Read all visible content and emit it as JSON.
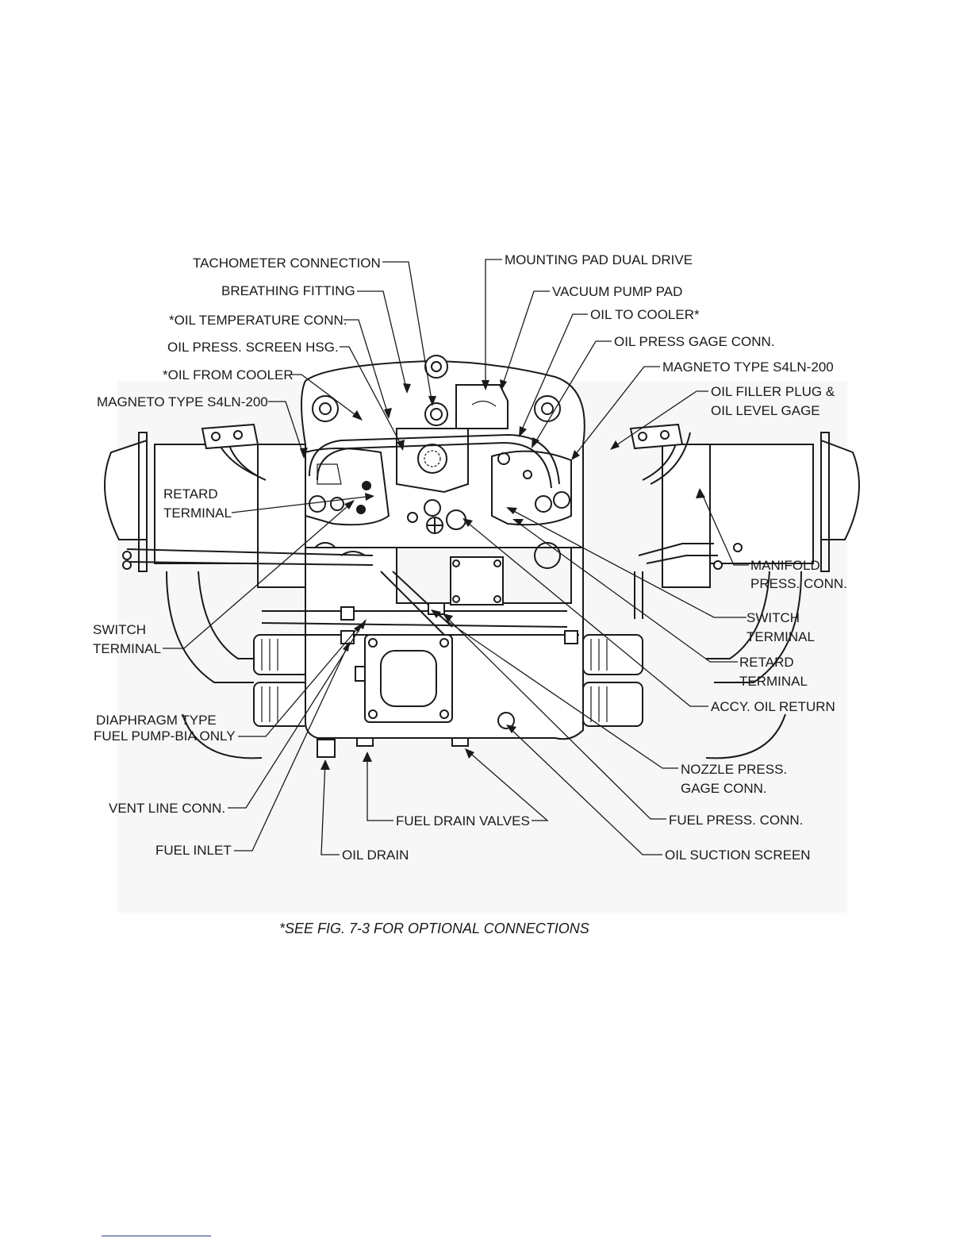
{
  "diagram": {
    "caption": "*SEE FIG. 7-3 FOR OPTIONAL CONNECTIONS",
    "labels": {
      "tachometer_connection": "TACHOMETER CONNECTION",
      "breathing_fitting": "BREATHING FITTING",
      "oil_temperature_conn": "*OIL TEMPERATURE CONN.",
      "oil_press_screen_hsg": "OIL PRESS. SCREEN HSG.",
      "oil_from_cooler": "*OIL FROM COOLER",
      "magneto_left": "MAGNETO TYPE S4LN-200",
      "retard_terminal_left_1": "RETARD",
      "retard_terminal_left_2": "TERMINAL",
      "switch_terminal_left_1": "SWITCH",
      "switch_terminal_left_2": "TERMINAL",
      "diaphragm_1": "DIAPHRAGM TYPE",
      "diaphragm_2": "FUEL PUMP-BIA ONLY",
      "vent_line_conn": "VENT LINE CONN.",
      "fuel_inlet": "FUEL INLET",
      "oil_drain": "OIL DRAIN",
      "fuel_drain_valves": "FUEL DRAIN VALVES",
      "mounting_pad_dual_drive": "MOUNTING PAD DUAL DRIVE",
      "vacuum_pump_pad": "VACUUM PUMP PAD",
      "oil_to_cooler": "OIL TO COOLER*",
      "oil_press_gage_conn": "OIL PRESS GAGE CONN.",
      "magneto_right": "MAGNETO TYPE S4LN-200",
      "oil_filler_1": "OIL FILLER PLUG &",
      "oil_filler_2": "OIL LEVEL GAGE",
      "manifold_1": "MANIFOLD",
      "manifold_2": "PRESS. CONN.",
      "switch_terminal_right_1": "SWITCH",
      "switch_terminal_right_2": "TERMINAL",
      "retard_terminal_right_1": "RETARD",
      "retard_terminal_right_2": "TERMINAL",
      "accy_oil_return": "ACCY. OIL RETURN",
      "nozzle_1": "NOZZLE PRESS.",
      "nozzle_2": "GAGE CONN.",
      "fuel_press_conn": "FUEL PRESS. CONN.",
      "oil_suction_screen": "OIL SUCTION SCREEN"
    }
  }
}
